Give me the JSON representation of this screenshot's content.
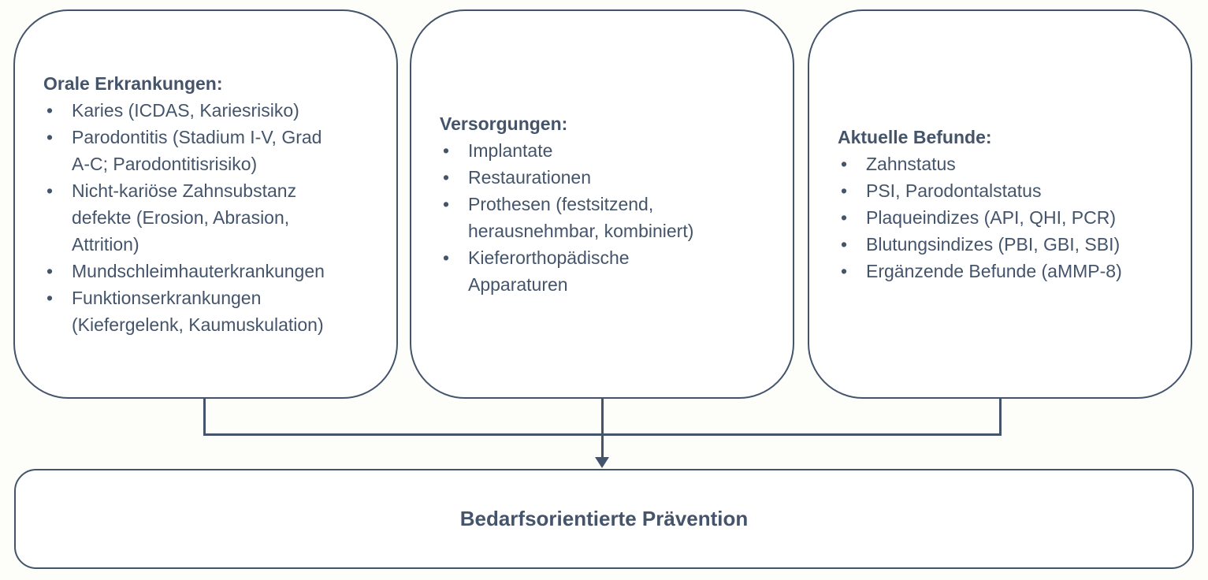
{
  "diagram": {
    "boxes": [
      {
        "title": "Orale Erkrankungen:",
        "items": [
          "Karies (ICDAS, Kariesrisiko)",
          "Parodontitis (Stadium I-V, Grad A-C; Parodontitisrisiko)",
          "Nicht-kariöse Zahnsubstanz defekte (Erosion, Abrasion, Attrition)",
          "Mundschleimhauterkrankungen",
          "Funktionserkrankungen (Kiefergelenk, Kaumuskulation)"
        ]
      },
      {
        "title": "Versorgungen:",
        "items": [
          "Implantate",
          "Restaurationen",
          "Prothesen (festsitzend, herausnehmbar, kombiniert)",
          "Kieferorthopädische Apparaturen"
        ]
      },
      {
        "title": "Aktuelle Befunde:",
        "items": [
          "Zahnstatus",
          "PSI, Parodontalstatus",
          "Plaqueindizes (API, QHI, PCR)",
          "Blutungsindizes (PBI, GBI, SBI)",
          "Ergänzende Befunde (aMMP-8)"
        ]
      }
    ],
    "bottom_box": {
      "label": "Bedarfsorientierte Prävention"
    },
    "bullet_glyph": "•",
    "colors": {
      "stroke": "#44546A",
      "text": "#44546A",
      "box_fill": "#FFFFFF",
      "background": "#FDFDFA"
    }
  }
}
